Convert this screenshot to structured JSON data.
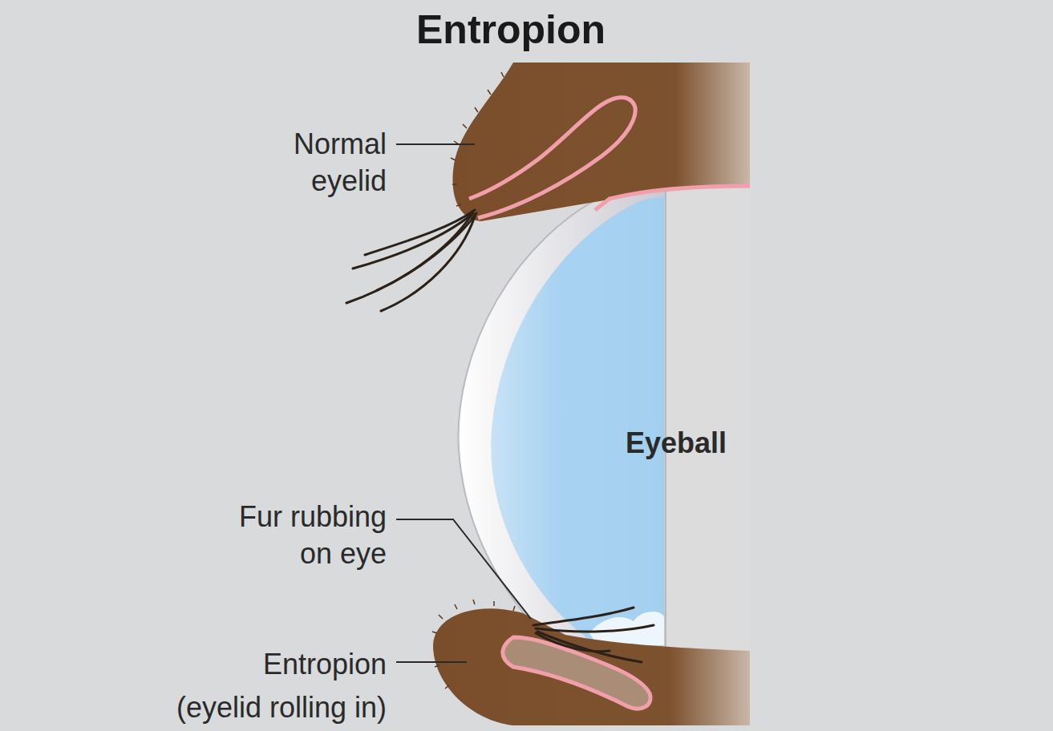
{
  "diagram": {
    "title": "Entropion",
    "labels": [
      "Normal eyelid",
      "Eyeball",
      "Fur rubbing on eye",
      "Entropion (eyelid rolling in)"
    ]
  }
}
